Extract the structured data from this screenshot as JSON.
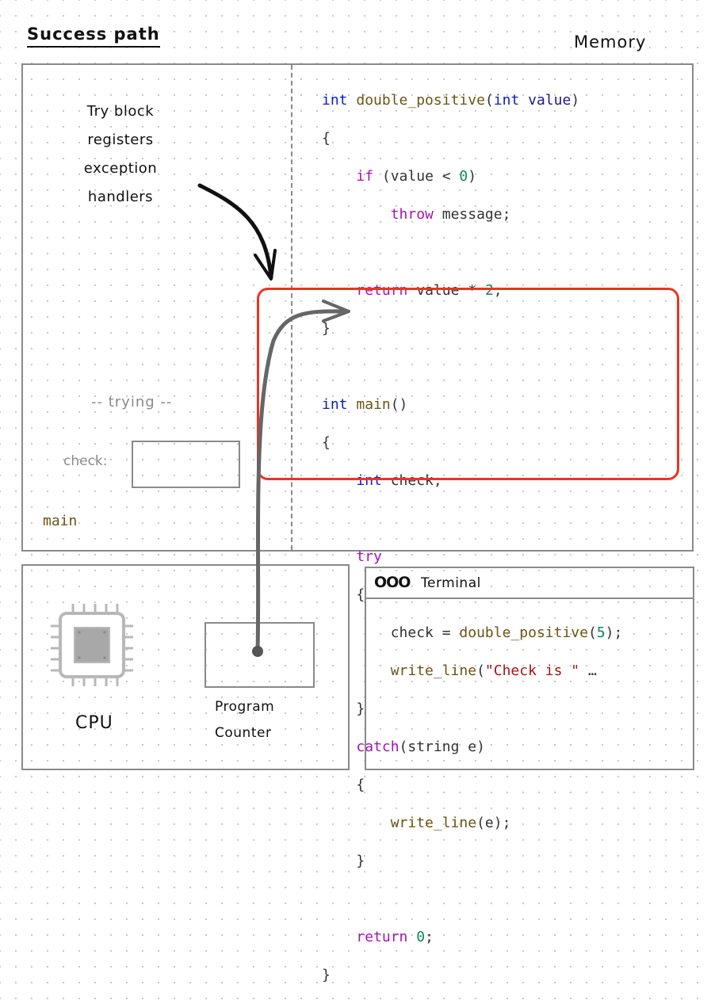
{
  "title": "Success path",
  "memory_label": "Memory",
  "annotation": [
    "Try block",
    "registers",
    "exception",
    "handlers"
  ],
  "stack": {
    "trying_label": "-- trying --",
    "check_label": "check:",
    "frame_label": "main"
  },
  "code": {
    "l1": {
      "t1": "int",
      "t2": "double_positive",
      "t3": "(",
      "t4": "int",
      "t5": "value",
      "t6": ")"
    },
    "l2": "{",
    "l3": {
      "t1": "if",
      "t2": " (value < ",
      "t3": "0",
      "t4": ")"
    },
    "l4": {
      "t1": "throw",
      "t2": " message;"
    },
    "l5": {
      "t1": "return",
      "t2": " value * ",
      "t3": "2",
      "t4": ";"
    },
    "l6": "}",
    "l7": {
      "t1": "int",
      "t2": "main",
      "t3": "()"
    },
    "l8": "{",
    "l9": {
      "t1": "int",
      "t2": " check;"
    },
    "l10": "try",
    "l11": "{",
    "l12": {
      "t1": "check = ",
      "t2": "double_positive",
      "t3": "(",
      "t4": "5",
      "t5": ");"
    },
    "l13": {
      "t1": "write_line",
      "t2": "(",
      "t3": "\"Check is \"",
      "t4": " …"
    },
    "l14": "}",
    "l15": {
      "t1": "catch",
      "t2": "(string e)"
    },
    "l16": "{",
    "l17": {
      "t1": "write_line",
      "t2": "(e);"
    },
    "l18": "}",
    "l19": {
      "t1": "return",
      "t2": " ",
      "t3": "0",
      "t4": ";"
    },
    "l20": "}"
  },
  "cpu_label": "CPU",
  "pc_label": [
    "Program",
    "Counter"
  ],
  "terminal": {
    "buttons": "OOO",
    "title": "Terminal"
  },
  "colors": {
    "highlight": "#ee3322",
    "box": "#8a8a8a",
    "arrow": "#666666"
  }
}
